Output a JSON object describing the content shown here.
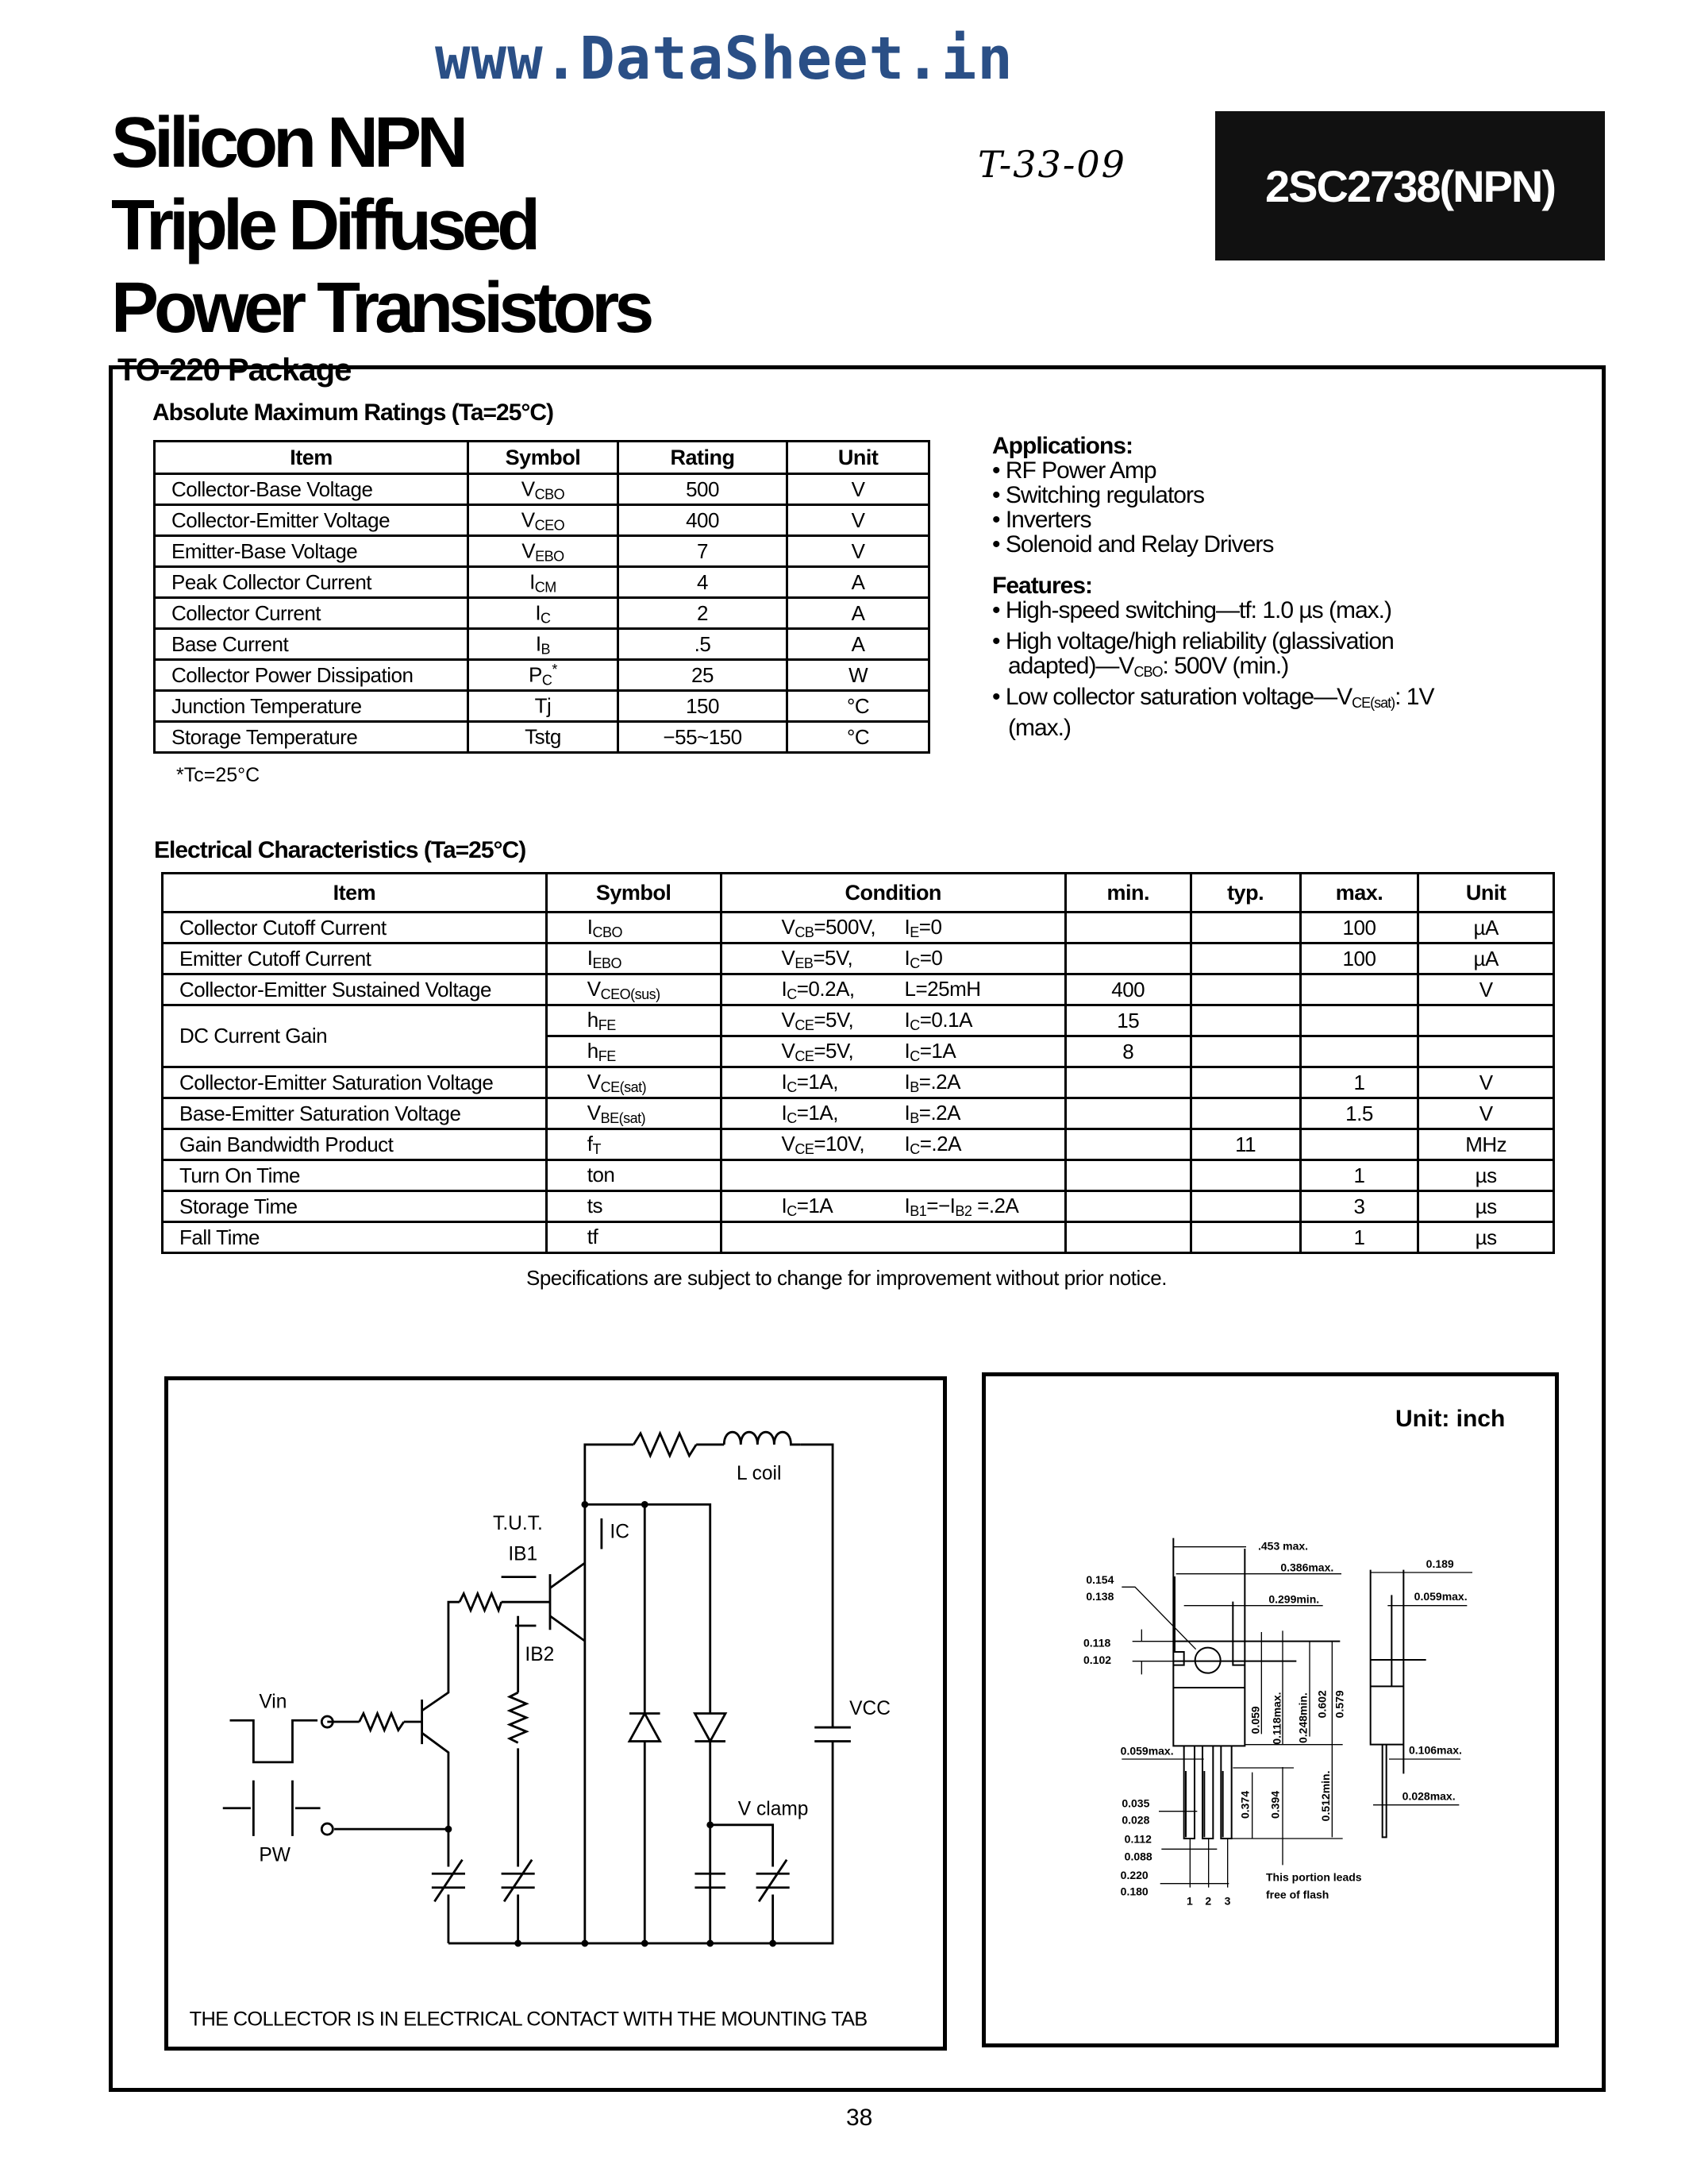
{
  "watermark": "www.DataSheet.in",
  "title_lines": [
    "Silicon NPN",
    "Triple Diffused",
    "Power Transistors"
  ],
  "package": "TO-220 Package",
  "handwritten_code": "T-33-09",
  "part_number": "2SC2738(NPN)",
  "abs_max": {
    "heading": "Absolute Maximum Ratings (Ta=25°C)",
    "headers": [
      "Item",
      "Symbol",
      "Rating",
      "Unit"
    ],
    "rows": [
      {
        "item": "Collector-Base Voltage",
        "sym": "V",
        "sub": "CBO",
        "sup": "",
        "rating": "500",
        "unit": "V"
      },
      {
        "item": "Collector-Emitter Voltage",
        "sym": "V",
        "sub": "CEO",
        "sup": "",
        "rating": "400",
        "unit": "V"
      },
      {
        "item": "Emitter-Base Voltage",
        "sym": "V",
        "sub": "EBO",
        "sup": "",
        "rating": "7",
        "unit": "V"
      },
      {
        "item": "Peak Collector Current",
        "sym": "I",
        "sub": "CM",
        "sup": "",
        "rating": "4",
        "unit": "A"
      },
      {
        "item": "Collector Current",
        "sym": "I",
        "sub": "C",
        "sup": "",
        "rating": "2",
        "unit": "A"
      },
      {
        "item": "Base Current",
        "sym": "I",
        "sub": "B",
        "sup": "",
        "rating": ".5",
        "unit": "A"
      },
      {
        "item": "Collector Power Dissipation",
        "sym": "P",
        "sub": "C",
        "sup": "*",
        "rating": "25",
        "unit": "W"
      },
      {
        "item": "Junction Temperature",
        "sym": "Tj",
        "sub": "",
        "sup": "",
        "rating": "150",
        "unit": "°C"
      },
      {
        "item": "Storage Temperature",
        "sym": "Tstg",
        "sub": "",
        "sup": "",
        "rating": "−55~150",
        "unit": "°C"
      }
    ],
    "footnote": "*Tc=25°C"
  },
  "applications": {
    "heading": "Applications:",
    "items": [
      "RF Power Amp",
      "Switching regulators",
      "Inverters",
      "Solenoid and Relay Drivers"
    ]
  },
  "features": {
    "heading": "Features:",
    "items": [
      {
        "pre": "High-speed switching—tf: 1.0 µs (max.)",
        "sub": "",
        "post": ""
      },
      {
        "pre": "High voltage/high reliability (glassivation adapted)—V",
        "sub": "CBO",
        "post": ": 500V (min.)"
      },
      {
        "pre": "Low collector saturation voltage—V",
        "sub": "CE(sat)",
        "post": ": 1V (max.)"
      }
    ]
  },
  "electrical": {
    "heading": "Electrical Characteristics (Ta=25°C)",
    "headers": [
      "Item",
      "Symbol",
      "Condition",
      "min.",
      "typ.",
      "max.",
      "Unit"
    ],
    "rows": [
      {
        "item": "Collector Cutoff Current",
        "sym": "I",
        "sub": "CBO",
        "c1": [
          "V",
          "CB",
          "=500V,"
        ],
        "c2": [
          "I",
          "E",
          "=0"
        ],
        "min": "",
        "typ": "",
        "max": "100",
        "unit": "µA"
      },
      {
        "item": "Emitter Cutoff Current",
        "sym": "I",
        "sub": "EBO",
        "c1": [
          "V",
          "EB",
          "=5V,"
        ],
        "c2": [
          "I",
          "C",
          "=0"
        ],
        "min": "",
        "typ": "",
        "max": "100",
        "unit": "µA"
      },
      {
        "item": "Collector-Emitter Sustained Voltage",
        "sym": "V",
        "sub": "CEO(sus)",
        "c1": [
          "I",
          "C",
          "=0.2A,"
        ],
        "c2": [
          "L",
          "",
          "=25mH"
        ],
        "min": "400",
        "typ": "",
        "max": "",
        "unit": "V"
      },
      {
        "item": "DC Current Gain",
        "sym": "h",
        "sub": "FE",
        "c1": [
          "V",
          "CE",
          "=5V,"
        ],
        "c2": [
          "I",
          "C",
          "=0.1A"
        ],
        "min": "15",
        "typ": "",
        "max": "",
        "unit": ""
      },
      {
        "item": "",
        "sym": "h",
        "sub": "FE",
        "c1": [
          "V",
          "CE",
          "=5V,"
        ],
        "c2": [
          "I",
          "C",
          "=1A"
        ],
        "min": "8",
        "typ": "",
        "max": "",
        "unit": ""
      },
      {
        "item": "Collector-Emitter Saturation Voltage",
        "sym": "V",
        "sub": "CE(sat)",
        "c1": [
          "I",
          "C",
          "=1A,"
        ],
        "c2": [
          "I",
          "B",
          "=.2A"
        ],
        "min": "",
        "typ": "",
        "max": "1",
        "unit": "V"
      },
      {
        "item": "Base-Emitter Saturation Voltage",
        "sym": "V",
        "sub": "BE(sat)",
        "c1": [
          "I",
          "C",
          "=1A,"
        ],
        "c2": [
          "I",
          "B",
          "=.2A"
        ],
        "min": "",
        "typ": "",
        "max": "1.5",
        "unit": "V"
      },
      {
        "item": "Gain Bandwidth Product",
        "sym": "f",
        "sub": "T",
        "c1": [
          "V",
          "CE",
          "=10V,"
        ],
        "c2": [
          "I",
          "C",
          "=.2A"
        ],
        "min": "",
        "typ": "11",
        "max": "",
        "unit": "MHz"
      },
      {
        "item": "Turn On Time",
        "sym": "ton",
        "sub": "",
        "c1": [
          "",
          "",
          ""
        ],
        "c2": [
          "",
          "",
          ""
        ],
        "min": "",
        "typ": "",
        "max": "1",
        "unit": "µs"
      },
      {
        "item": "Storage Time",
        "sym": "ts",
        "sub": "",
        "c1": [
          "I",
          "C",
          "=1A"
        ],
        "c2": [
          "I",
          "B1",
          "=−I",
          "B2",
          " =.2A"
        ],
        "min": "",
        "typ": "",
        "max": "3",
        "unit": "µs"
      },
      {
        "item": "Fall Time",
        "sym": "tf",
        "sub": "",
        "c1": [
          "",
          "",
          ""
        ],
        "c2": [
          "",
          "",
          ""
        ],
        "min": "",
        "typ": "",
        "max": "1",
        "unit": "µs"
      }
    ]
  },
  "spec_note": "Specifications are subject to change for improvement without prior notice.",
  "circuit": {
    "l_coil": "L coil",
    "tut": "T.U.T.",
    "ib1": "IB1",
    "ic": "IC",
    "ib2": "IB2",
    "vin": "Vin",
    "vcc": "VCC",
    "vclamp": "V clamp",
    "pw": "PW",
    "caption": "THE COLLECTOR IS IN ELECTRICAL CONTACT WITH THE MOUNTING TAB"
  },
  "outline": {
    "unit": "Unit: inch",
    "dims": [
      ".453 max.",
      "0.386max.",
      "0.299min.",
      "0.154",
      "0.138",
      "0.118",
      "0.102",
      "0.059",
      "0.118max.",
      "0.248min.",
      "0.602",
      "0.579",
      "0.512min.",
      "0.374",
      "0.394",
      "0.059max.",
      "0.035",
      "0.028",
      "0.112",
      "0.088",
      "0.220",
      "0.180",
      "1",
      "2",
      "3",
      "This portion leads",
      "free of flash",
      "0.189",
      "0.059max.",
      "0.106max.",
      "0.028max."
    ]
  },
  "page_number": "38"
}
